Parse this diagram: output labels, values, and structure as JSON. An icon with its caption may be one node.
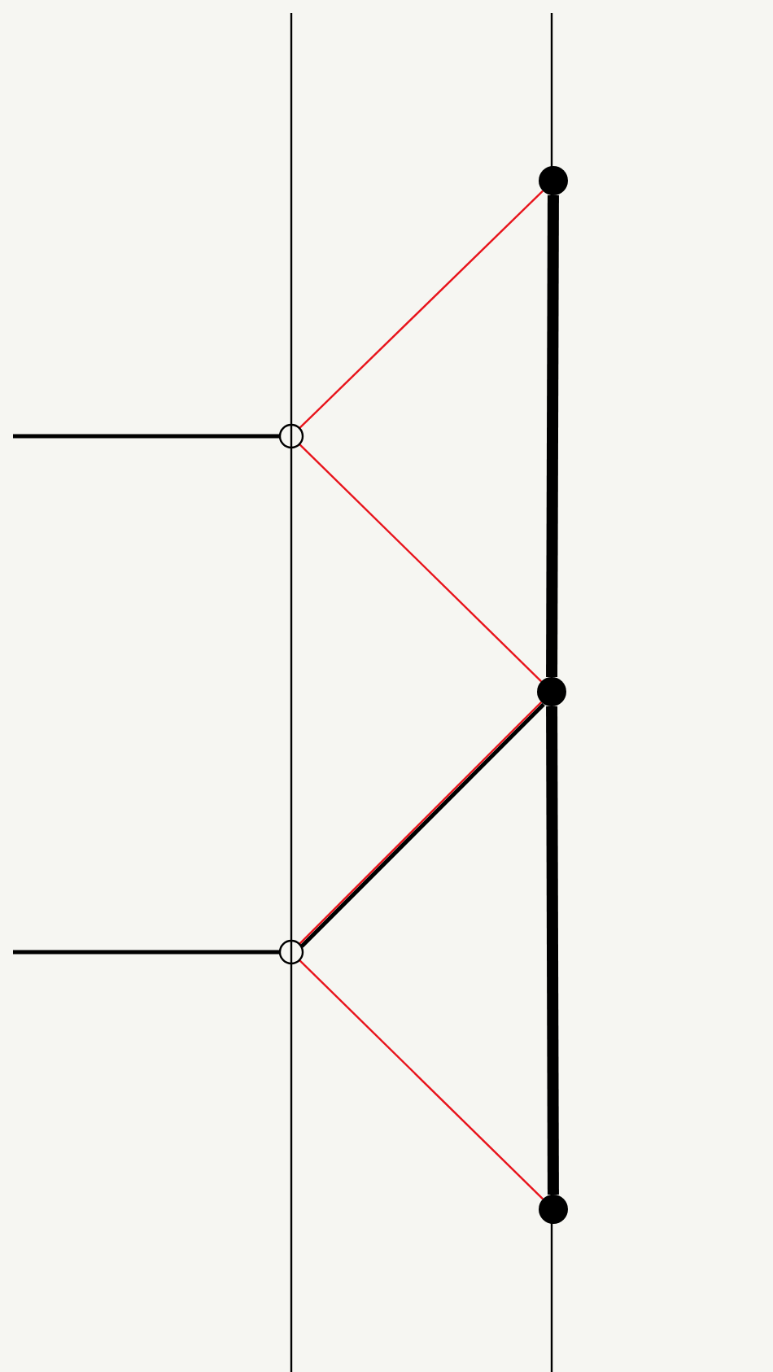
{
  "diagram": {
    "nodes": [
      {
        "text": [],
        "shape": "circle"
      },
      {
        "text": [],
        "shape": "circle"
      },
      {
        "text": [],
        "shape": "circle"
      },
      {
        "text": [],
        "shape": "circle"
      },
      {
        "text": [],
        "shape": "circle"
      }
    ],
    "edges": [
      {
        "from": 0,
        "to": 1,
        "arrow": "none",
        "color": "#e8141c"
      },
      {
        "from": 1,
        "to": 2,
        "arrow": "none",
        "color": "#e8141c"
      },
      {
        "from": 2,
        "to": 3,
        "arrow": "none",
        "color": "#e8141c"
      },
      {
        "from": 2,
        "to": 3,
        "arrow": "none"
      },
      {
        "from": 3,
        "to": 4,
        "arrow": "none",
        "color": "#e8141c"
      },
      {
        "from": 0,
        "to": 2,
        "arrow": "none",
        "style": "thick"
      },
      {
        "from": 2,
        "to": 4,
        "arrow": "none",
        "style": "thick"
      },
      {
        "from": null,
        "to": 1,
        "arrow": "none"
      },
      {
        "from": null,
        "to": 3,
        "arrow": "none"
      }
    ]
  }
}
